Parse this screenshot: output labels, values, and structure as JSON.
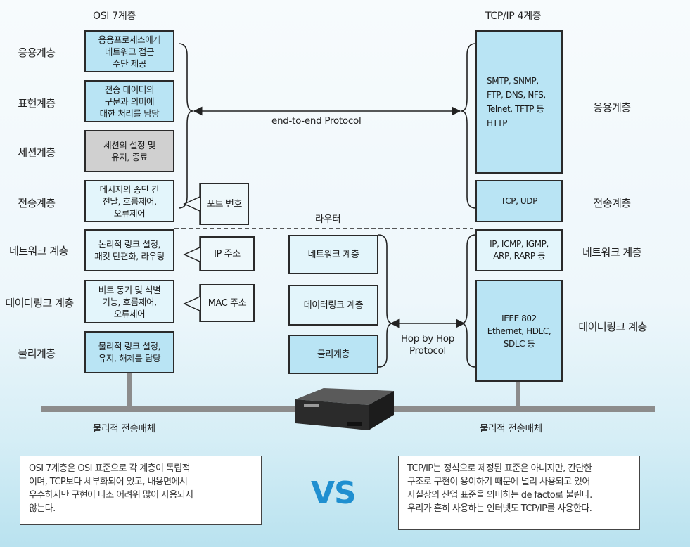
{
  "headers": {
    "osi": "OSI 7계층",
    "tcpip": "TCP/IP 4계층"
  },
  "osi_layer_labels": [
    "응용계층",
    "표현계층",
    "세션계층",
    "전송계층",
    "네트워크 계층",
    "데이터링크 계층",
    "물리계층"
  ],
  "osi_boxes": [
    "응용프로세스에게\n네트워크 접근\n수단 제공",
    "전송 데이터의\n구문과 의미에\n대한 처리를 담당",
    "세션의 설정 및\n유지, 종료",
    "메시지의 종단 간\n전달, 흐름제어,\n오류제어",
    "논리적 링크 설정,\n패킷 단편화, 라우팅",
    "비트 동기 및 식별\n기능, 흐름제어,\n오류제어",
    "물리적 링크 설정,\n유지, 해제를 담당"
  ],
  "callouts": {
    "port": "포트 번호",
    "ip": "IP 주소",
    "mac": "MAC 주소"
  },
  "router": {
    "label": "라우터",
    "boxes": [
      "네트워크 계층",
      "데이터링크 계층",
      "물리계층"
    ]
  },
  "protocols": {
    "end_to_end": "end-to-end Protocol",
    "hop_by_hop": "Hop by Hop\nProtocol"
  },
  "tcpip_boxes": [
    "SMTP, SNMP,\nFTP, DNS, NFS,\nTelnet, TFTP 등\nHTTP",
    "TCP, UDP",
    "IP, ICMP, IGMP,\nARP, RARP 등",
    "IEEE 802\nEthernet, HDLC,\nSDLC 등"
  ],
  "tcpip_layer_labels": [
    "응용계층",
    "전송계층",
    "네트워크 계층",
    "데이터링크 계층"
  ],
  "media": {
    "left": "물리적 전송매체",
    "right": "물리적 전송매체"
  },
  "notes": {
    "left": "OSI 7계층은 OSI 표준으로 각 계층이 독립적\n이며, TCP보다 세부화되어 있고, 내용면에서\n우수하지만 구현이 다소 어려워 많이 사용되지\n않는다.",
    "right": "TCP/IP는 정식으로 제정된 표준은 아니지만, 간단한\n구조로 구현이 용이하기 때문에 널리 사용되고 있어\n사실상의 산업 표준을 의미하는 de facto로 불린다.\n우리가 흔히 사용하는 인터넷도 TCP/IP를 사용한다."
  },
  "vs": "VS",
  "colors": {
    "box_blue": "#b9e4f4",
    "box_light": "#e3f5fb",
    "box_gray": "#d0d0d0",
    "vs_blue": "#1f8fd0"
  }
}
